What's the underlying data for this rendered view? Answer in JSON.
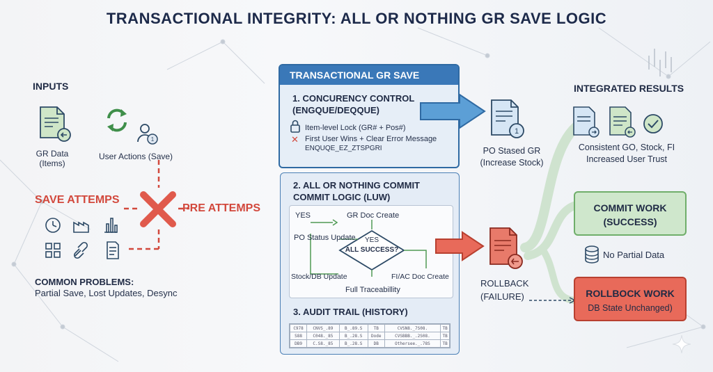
{
  "title": "TRANSACTIONAL INTEGRITY: ALL OR NOTHING GR SAVE LOGIC",
  "inputs": {
    "heading": "INPUTS",
    "gr_data": "GR Data",
    "gr_items": "(Items)",
    "user_actions": "User Actions (Save)"
  },
  "save_attempts": "SAVE ATTEMPS",
  "pre_attempts": "PRE ATTEMPS",
  "common_problems": {
    "heading": "COMMON PROBLEMS:",
    "text": "Partial Save, Lost Updates, Desync"
  },
  "main_panel": {
    "header": "TRANSACTIONAL GR SAVE",
    "section1": {
      "title_line1": "1. CONCURENCY CONTROL",
      "title_line2": "(ENGQUE/DEQQUE)",
      "lock": "Item-level Lock (GR# + Pos#)",
      "first_user": "First User Wins + Clear Error Message",
      "enqueue": "ENQUQE_EZ_ZTSPGRI"
    },
    "section2": {
      "title_line1": "2. ALL OR NOTHING COMMIT",
      "title_line2": "COMMIT LOGIC (LUW)",
      "yes_top": "YES",
      "gr_doc_create": "GR Doc Create",
      "po_status_update": "PO Status Update",
      "decision_yes": "YES",
      "decision": "ALL SUCCESS?",
      "stock_db_update": "Stock/DB Update",
      "fi_ac_doc_create": "FI/AC Doc Create",
      "full_traceability": "Full Traceabillity"
    },
    "section3": {
      "title": "3. AUDIT TRAIL (HISTORY)",
      "rows": [
        [
          "C978",
          "CNVS_.89",
          "B_.89.S",
          "TB",
          "CVSN8._7S08.",
          "TB"
        ],
        [
          "S88",
          "C048._85",
          "B_.28.S",
          "Dode",
          "CVSBBB._.2S08.",
          "TB"
        ],
        [
          "DB9",
          "C.S8._85",
          "B_.28.S",
          "DB",
          "Othersee._.78S",
          "TB"
        ]
      ]
    }
  },
  "po_staged": {
    "line1": "PO Stased GR",
    "line2": "(Increase Stock)"
  },
  "rollback": {
    "line1": "ROLLBACK",
    "line2": "(FAILURE)"
  },
  "integrated_results": {
    "heading": "INTEGRATED RESULTS",
    "line1": "Consistent GO, Stock, FI",
    "line2": "Increased User Trust"
  },
  "commit_work": {
    "line1": "COMMIT WORK",
    "line2": "(SUCCESS)"
  },
  "no_partial_data": "No Partial Data",
  "rollback_work": {
    "line1": "ROLLBOCK WORK",
    "line2": "DB State Unchanged)"
  },
  "colors": {
    "accent_blue": "#3a78b8",
    "success_green": "#6fae6a",
    "failure_red": "#e86a5a",
    "warning_red": "#d2483c"
  }
}
